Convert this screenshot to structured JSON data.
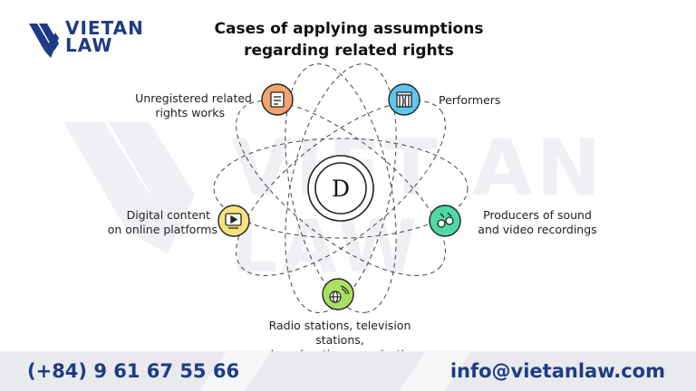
{
  "brand": {
    "line1": "VIETAN",
    "line2": "LAW",
    "watermark_line1": "VIET AN",
    "watermark_line2": "LAW",
    "color": "#1f3b86"
  },
  "title": {
    "line1": "Cases of applying assumptions",
    "line2": "regarding related rights"
  },
  "center": {
    "letter": "D"
  },
  "nodes": {
    "unregistered": {
      "line1": "Unregistered related",
      "line2": "rights works",
      "color": "#f2a46f",
      "icon": "document-icon"
    },
    "performers": {
      "line1": "Performers",
      "color": "#5cc7ee",
      "icon": "stage-curtain-icon"
    },
    "digital": {
      "line1": "Digital content",
      "line2": "on online platforms",
      "color": "#f7e27a",
      "icon": "video-play-icon"
    },
    "producers": {
      "line1": "Producers of sound",
      "line2": "and video recordings",
      "color": "#4fd9a6",
      "icon": "media-recording-icon"
    },
    "broadcast": {
      "line1": "Radio stations, television stations,",
      "line2": "or broadcasting organizations",
      "color": "#a9e063",
      "icon": "broadcast-globe-icon"
    }
  },
  "footer": {
    "phone": "(+84) 9 61 67 55 66",
    "email": "info@vietanlaw.com"
  }
}
